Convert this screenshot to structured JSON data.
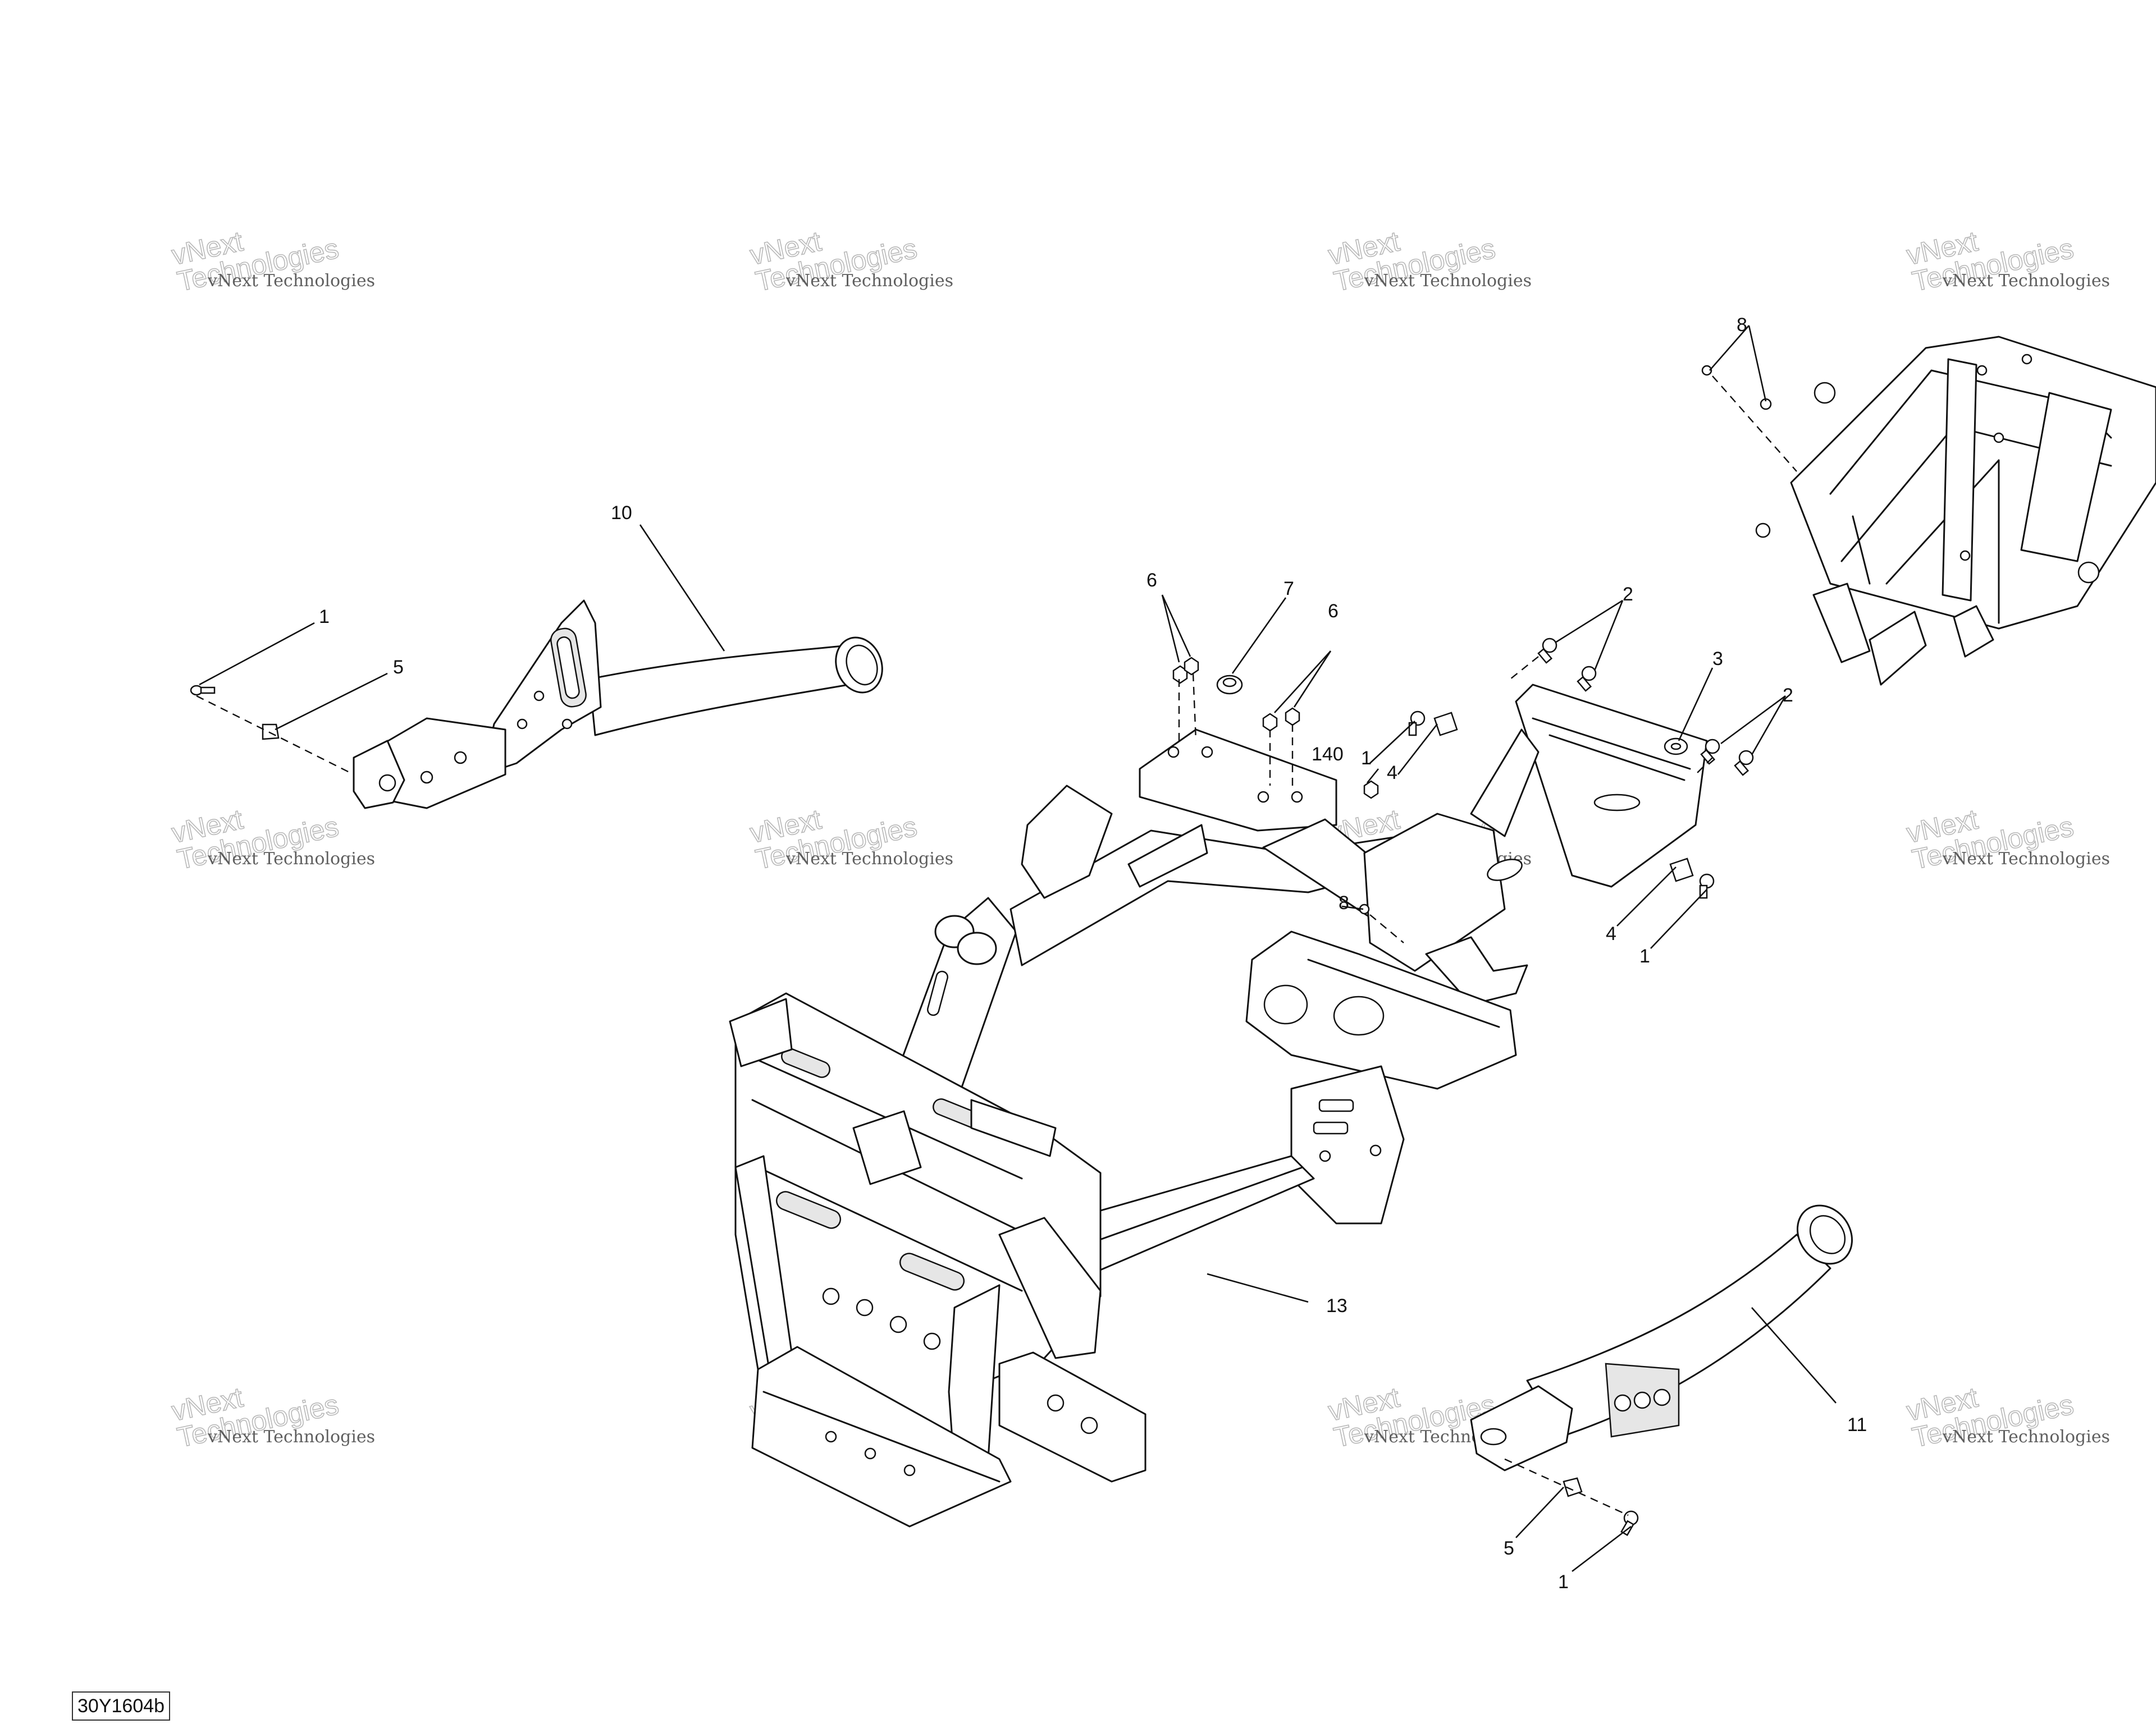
{
  "diagram_code": "30Y1604b",
  "watermark": {
    "line1": "vNext Technologies",
    "line2": "vNext\nTechnologies"
  },
  "callouts": [
    "1",
    "2",
    "3",
    "4",
    "5",
    "6",
    "7",
    "8",
    "10",
    "11",
    "13",
    "140"
  ],
  "parts": [
    {
      "name": "frame-main",
      "callout": "13"
    },
    {
      "name": "front-frame-section",
      "callout": "8"
    },
    {
      "name": "left-trailing-arm",
      "callout": "10"
    },
    {
      "name": "right-trailing-arm",
      "callout": "11"
    },
    {
      "name": "bolt",
      "callout": "1"
    },
    {
      "name": "flange-bolt",
      "callout": "2"
    },
    {
      "name": "washer",
      "callout": "3"
    },
    {
      "name": "bracket-clip",
      "callout": "4"
    },
    {
      "name": "cage-nut",
      "callout": "5"
    },
    {
      "name": "nut",
      "callout": "6"
    },
    {
      "name": "bushing",
      "callout": "7"
    }
  ]
}
